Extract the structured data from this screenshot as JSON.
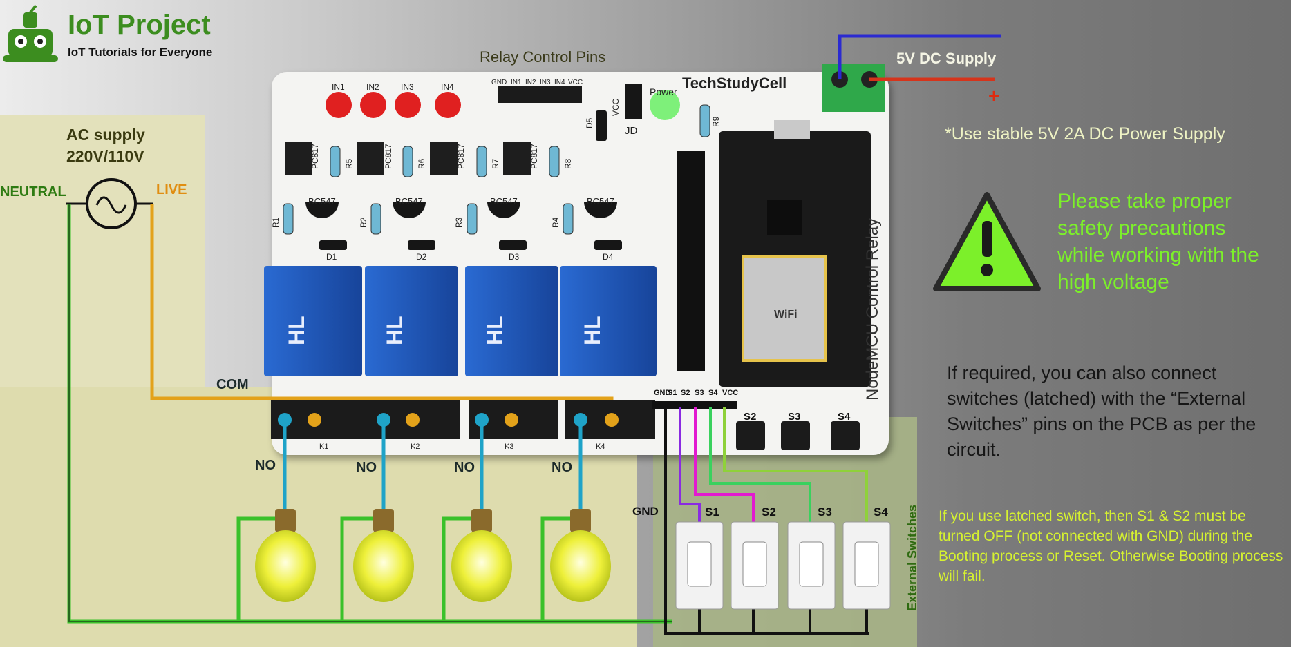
{
  "brand": {
    "title": "IoT Project",
    "subtitle": "IoT Tutorials for Everyone",
    "color": "#3c8d1f"
  },
  "ac": {
    "title": "AC supply",
    "voltage": "220V/110V",
    "neutral": "NEUTRAL",
    "live": "LIVE"
  },
  "labels": {
    "relay_pins": "Relay Control Pins",
    "dc_supply": "5V DC Supply",
    "plus": "+",
    "com": "COM",
    "no": "NO",
    "gnd": "GND",
    "external_switches": "External Switches",
    "board_brand": "TechStudyCell",
    "board_name": "NodeMCU Control Relay",
    "power_led": "Power",
    "jd": "JD",
    "vcc": "VCC",
    "d5": "D5",
    "r9": "R9",
    "wifi": "WiFi"
  },
  "header_pins": [
    "GND",
    "IN1",
    "IN2",
    "IN3",
    "IN4",
    "VCC"
  ],
  "leds": [
    "IN1",
    "IN2",
    "IN3",
    "IN4"
  ],
  "optos": [
    "PC817",
    "PC817",
    "PC817",
    "PC817"
  ],
  "opto_resistors": [
    "R5",
    "R6",
    "R7",
    "R8"
  ],
  "transistors": [
    "BC547",
    "BC547",
    "BC547",
    "BC547"
  ],
  "base_resistors": [
    "R1",
    "R2",
    "R3",
    "R4"
  ],
  "diodes": [
    "D1",
    "D2",
    "D3",
    "D4"
  ],
  "relays": [
    {
      "terminal": "K1",
      "text": "HL"
    },
    {
      "terminal": "K2",
      "text": "HL"
    },
    {
      "terminal": "K3",
      "text": "HL"
    },
    {
      "terminal": "K4",
      "text": "HL"
    }
  ],
  "switch_header": [
    "GND",
    "S1",
    "S2",
    "S3",
    "S4",
    "VCC"
  ],
  "pcb_buttons": [
    "S2",
    "S3",
    "S4"
  ],
  "switches": [
    "S1",
    "S2",
    "S3",
    "S4"
  ],
  "power_note": "*Use stable 5V 2A DC Power Supply",
  "warning": "Please take proper safety precautions while working with the high voltage",
  "note": "If required, you can also connect switches (latched) with the “External Switches” pins on the PCB as per the circuit.",
  "boot_note": "If you use latched switch, then S1 & S2 must be turned OFF (not connected with GND) during the Booting process or Reset. Otherwise Booting process will fail.",
  "colors": {
    "neutral_wire": "#3ac12a",
    "live_wire": "#e3a21a",
    "no_wire": "#1fa3c8",
    "warning": "#7cf02a",
    "relay": "#1f58b8",
    "terminal": "#2fa84a",
    "dc_neg": "#2b2ad1",
    "dc_pos": "#d6341b",
    "s1_wire": "#8a2be2",
    "s2_wire": "#e21ad0",
    "s3_wire": "#3ad15e",
    "s4_wire": "#8fd13a"
  }
}
